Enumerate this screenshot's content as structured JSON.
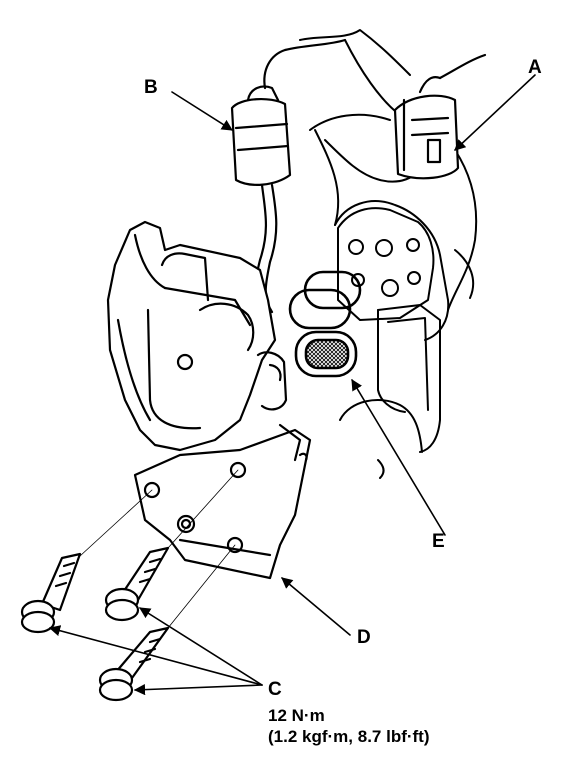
{
  "labels": {
    "a": "A",
    "b": "B",
    "c": "C",
    "d": "D",
    "e": "E"
  },
  "torque": {
    "primary": "12 N·m",
    "secondary": "(1.2 kgf·m, 8.7 lbf·ft)"
  },
  "colors": {
    "ink": "#000000",
    "paper": "#ffffff"
  }
}
